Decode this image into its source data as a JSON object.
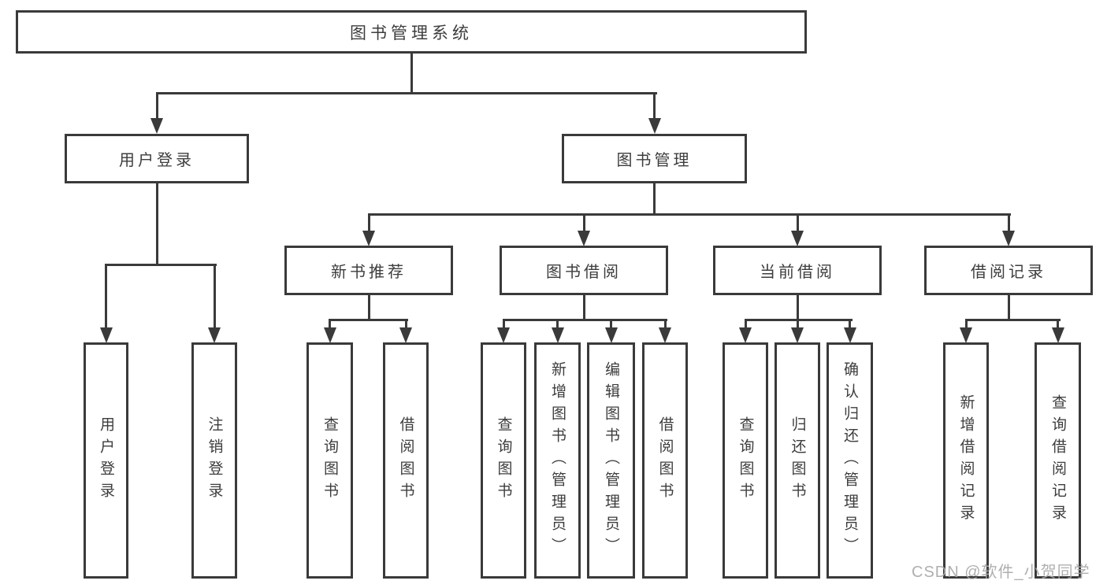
{
  "diagram": {
    "title": "图书管理系统",
    "level2": [
      {
        "label": "用户登录"
      },
      {
        "label": "图书管理"
      }
    ],
    "level3": [
      {
        "label": "新书推荐",
        "parent": "图书管理"
      },
      {
        "label": "图书借阅",
        "parent": "图书管理"
      },
      {
        "label": "当前借阅",
        "parent": "图书管理"
      },
      {
        "label": "借阅记录",
        "parent": "图书管理"
      }
    ],
    "leaves": [
      {
        "label": "用户登录",
        "parent": "用户登录"
      },
      {
        "label": "注销登录",
        "parent": "用户登录"
      },
      {
        "label": "查询图书",
        "parent": "新书推荐"
      },
      {
        "label": "借阅图书",
        "parent": "新书推荐"
      },
      {
        "label": "查询图书",
        "parent": "图书借阅"
      },
      {
        "label": "新增图书（管理员）",
        "parent": "图书借阅"
      },
      {
        "label": "编辑图书（管理员）",
        "parent": "图书借阅"
      },
      {
        "label": "借阅图书",
        "parent": "图书借阅"
      },
      {
        "label": "查询图书",
        "parent": "当前借阅"
      },
      {
        "label": "归还图书",
        "parent": "当前借阅"
      },
      {
        "label": "确认归还（管理员）",
        "parent": "当前借阅"
      },
      {
        "label": "新增借阅记录",
        "parent": "借阅记录"
      },
      {
        "label": "查询借阅记录",
        "parent": "借阅记录"
      }
    ],
    "colors": {
      "line": "#3a3a3a",
      "box_background": "#ffffff",
      "watermark": "#a9a9a9"
    },
    "watermark": "CSDN @软件_小贺同学"
  }
}
